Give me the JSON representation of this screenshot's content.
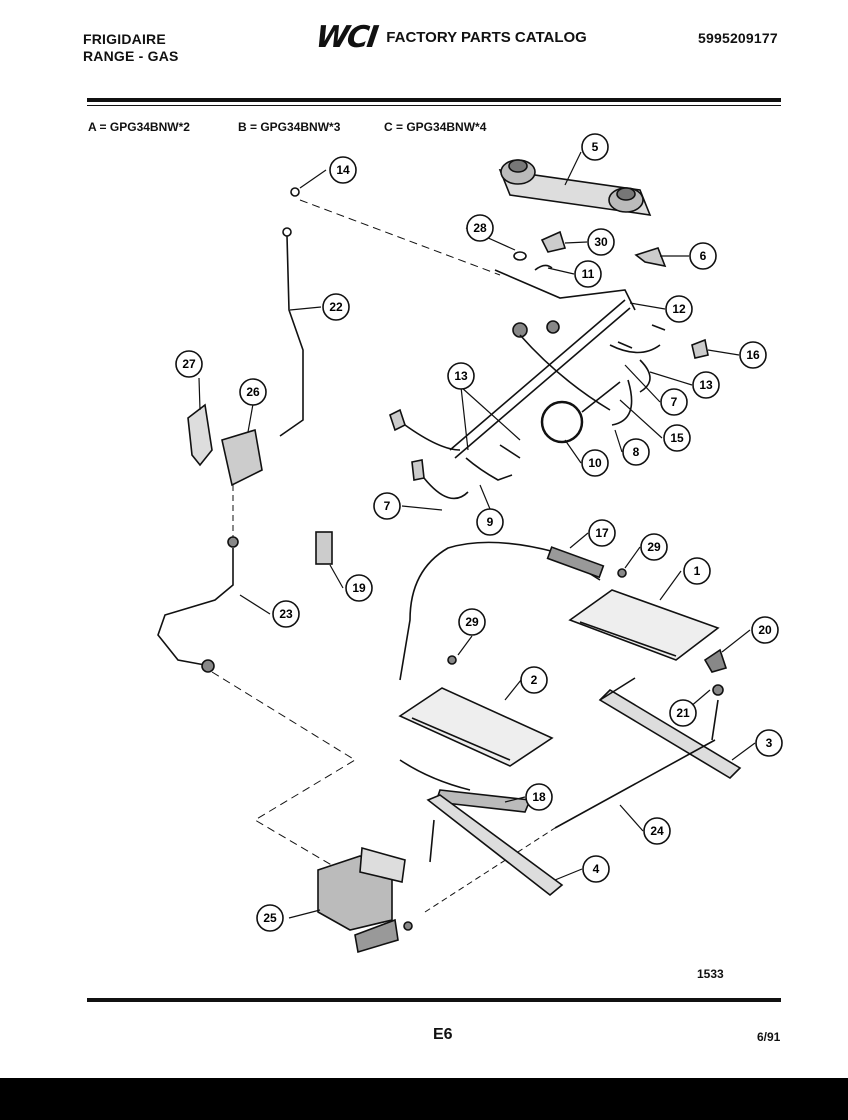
{
  "header": {
    "brand": "FRIGIDAIRE",
    "product": "RANGE - GAS",
    "logo": "WCI",
    "catalog_title": "FACTORY PARTS CATALOG",
    "catalog_number": "5995209177"
  },
  "models": [
    {
      "label": "A = GPG34BNW*2"
    },
    {
      "label": "B = GPG34BNW*3"
    },
    {
      "label": "C = GPG34BNW*4"
    }
  ],
  "callouts": [
    "5",
    "14",
    "28",
    "30",
    "6",
    "11",
    "12",
    "22",
    "27",
    "26",
    "16",
    "13",
    "13",
    "7",
    "15",
    "8",
    "10",
    "7",
    "9",
    "17",
    "29",
    "1",
    "19",
    "23",
    "29",
    "20",
    "2",
    "21",
    "3",
    "18",
    "24",
    "4",
    "25"
  ],
  "footer": {
    "drawing_number": "1533",
    "page_code": "E6",
    "date": "6/91"
  }
}
